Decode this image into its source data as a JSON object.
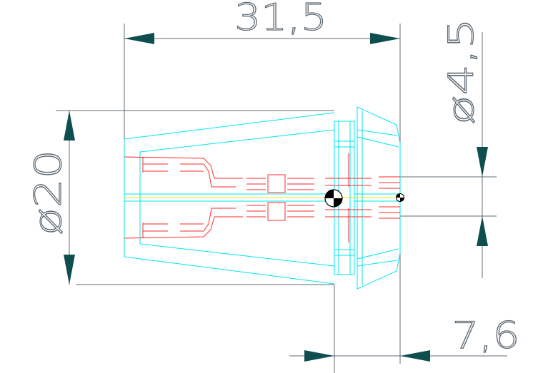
{
  "drawing": {
    "title": "",
    "colors": {
      "background": "#ffffff",
      "dimension": "#5f6b75",
      "arrow": "#0e4e4e",
      "outline": "#00e5ee",
      "hidden": "#ff2a2a",
      "centerline": "#e8e800",
      "marker": "#000000"
    },
    "dimensions": {
      "overall_length": "31,5",
      "bore_diameter": "ø4,5",
      "outer_diameter": "ø20",
      "head_length": "7,6"
    }
  }
}
